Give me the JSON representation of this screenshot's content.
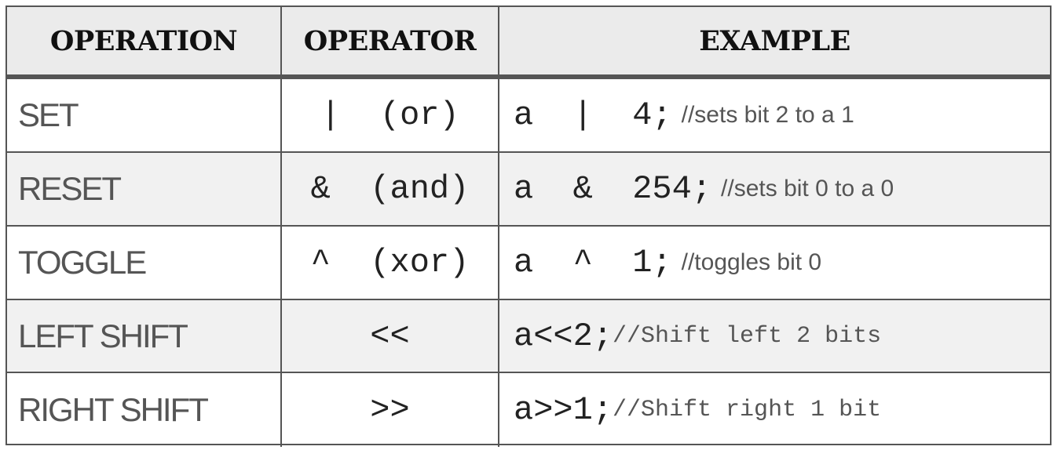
{
  "headers": {
    "operation": "OPERATION",
    "operator": "OPERATOR",
    "example": "EXAMPLE"
  },
  "rows": [
    {
      "operation": "SET",
      "operator": "|  (or)",
      "code": "a  |  4;",
      "comment": "//sets bit 2 to a 1"
    },
    {
      "operation": "RESET",
      "operator": "&  (and)",
      "code": "a  &  254;",
      "comment": "//sets bit 0 to a 0"
    },
    {
      "operation": "TOGGLE",
      "operator": "^  (xor)",
      "code": "a  ^  1;",
      "comment": "//toggles bit 0"
    },
    {
      "operation": "LEFT SHIFT",
      "operator": "<<",
      "code": "a<<2;",
      "comment": "//Shift left 2 bits"
    },
    {
      "operation": "RIGHT SHIFT",
      "operator": ">>",
      "code": "a>>1;",
      "comment": "//Shift right 1 bit"
    }
  ],
  "colors": {
    "header_bg": "#ebebeb",
    "alt_row_bg": "#f1f1f1",
    "border": "#555555",
    "text": "#555555"
  }
}
